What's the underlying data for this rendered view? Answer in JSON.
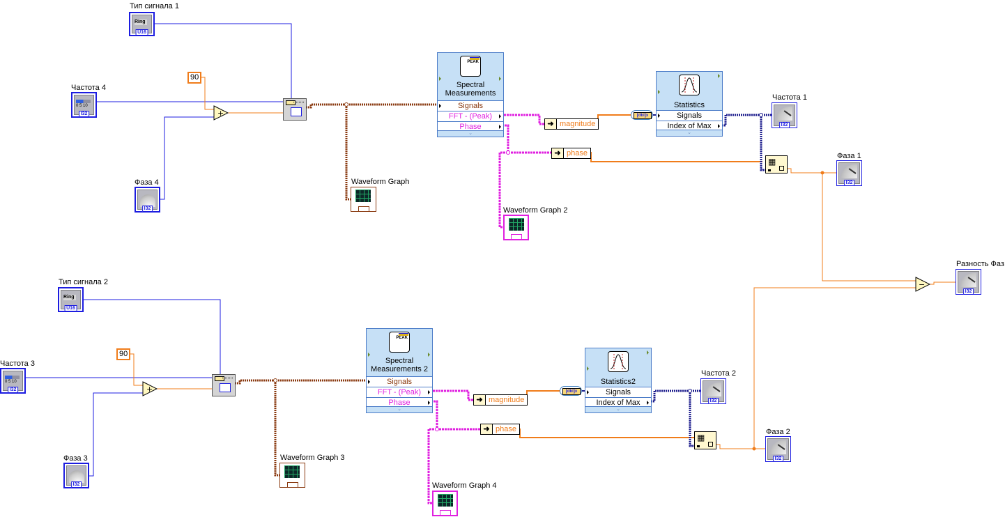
{
  "diagram": {
    "type": "LabVIEW block diagram",
    "controls": {
      "signal_type_1": {
        "label": "Тип сигнала 1",
        "face": "Ring",
        "dtype": "U16"
      },
      "signal_type_2": {
        "label": "Тип сигнала 2",
        "face": "Ring",
        "dtype": "U16"
      },
      "freq_4": {
        "label": "Частота 4",
        "ticks": "0 5 10",
        "dtype": "I32"
      },
      "freq_3": {
        "label": "Частота 3",
        "ticks": "0 5 10",
        "dtype": "I32"
      },
      "phase_4": {
        "label": "Фаза 4",
        "dtype": "I32"
      },
      "phase_3": {
        "label": "Фаза 3",
        "dtype": "I32"
      }
    },
    "constants": {
      "c1": "90",
      "c2": "90"
    },
    "operators": {
      "add": "+",
      "subtract": "−"
    },
    "spectral_1": {
      "title_line1": "Spectral",
      "title_line2": "Measurements",
      "rows": [
        "Signals",
        "FFT - (Peak)",
        "Phase"
      ],
      "icon_text": "PEAK"
    },
    "spectral_2": {
      "title_line1": "Spectral",
      "title_line2": "Measurements 2",
      "rows": [
        "Signals",
        "FFT - (Peak)",
        "Phase"
      ],
      "icon_text": "PEAK"
    },
    "statistics_1": {
      "title": "Statistics",
      "rows": [
        "Signals",
        "Index of Max"
      ]
    },
    "statistics_2": {
      "title": "Statistics2",
      "rows": [
        "Signals",
        "Index of Max"
      ]
    },
    "unbundle": {
      "magnitude": "magnitude",
      "phase": "phase"
    },
    "converter_label": "[dbl]x",
    "graphs": {
      "g1": "Waveform Graph",
      "g2": "Waveform Graph 2",
      "g3": "Waveform Graph 3",
      "g4": "Waveform Graph 4"
    },
    "indicators": {
      "freq_1": {
        "label": "Частота 1",
        "dtype": "I32"
      },
      "freq_2": {
        "label": "Частота 2",
        "dtype": "I32"
      },
      "phase_1": {
        "label": "Фаза 1",
        "dtype": "I32"
      },
      "phase_2": {
        "label": "Фаза 2",
        "dtype": "I32"
      },
      "phase_diff": {
        "label": "Разность Фаз",
        "dtype": "I32"
      }
    },
    "colors": {
      "numeric_wire": "#1c1ce0",
      "double_wire": "#f07c1a",
      "waveform_wire": "#8a3a10",
      "cluster_wire": "#e020e0",
      "array_wire": "#1c1c8c",
      "subvi_fill": "#c6e0f6"
    }
  }
}
